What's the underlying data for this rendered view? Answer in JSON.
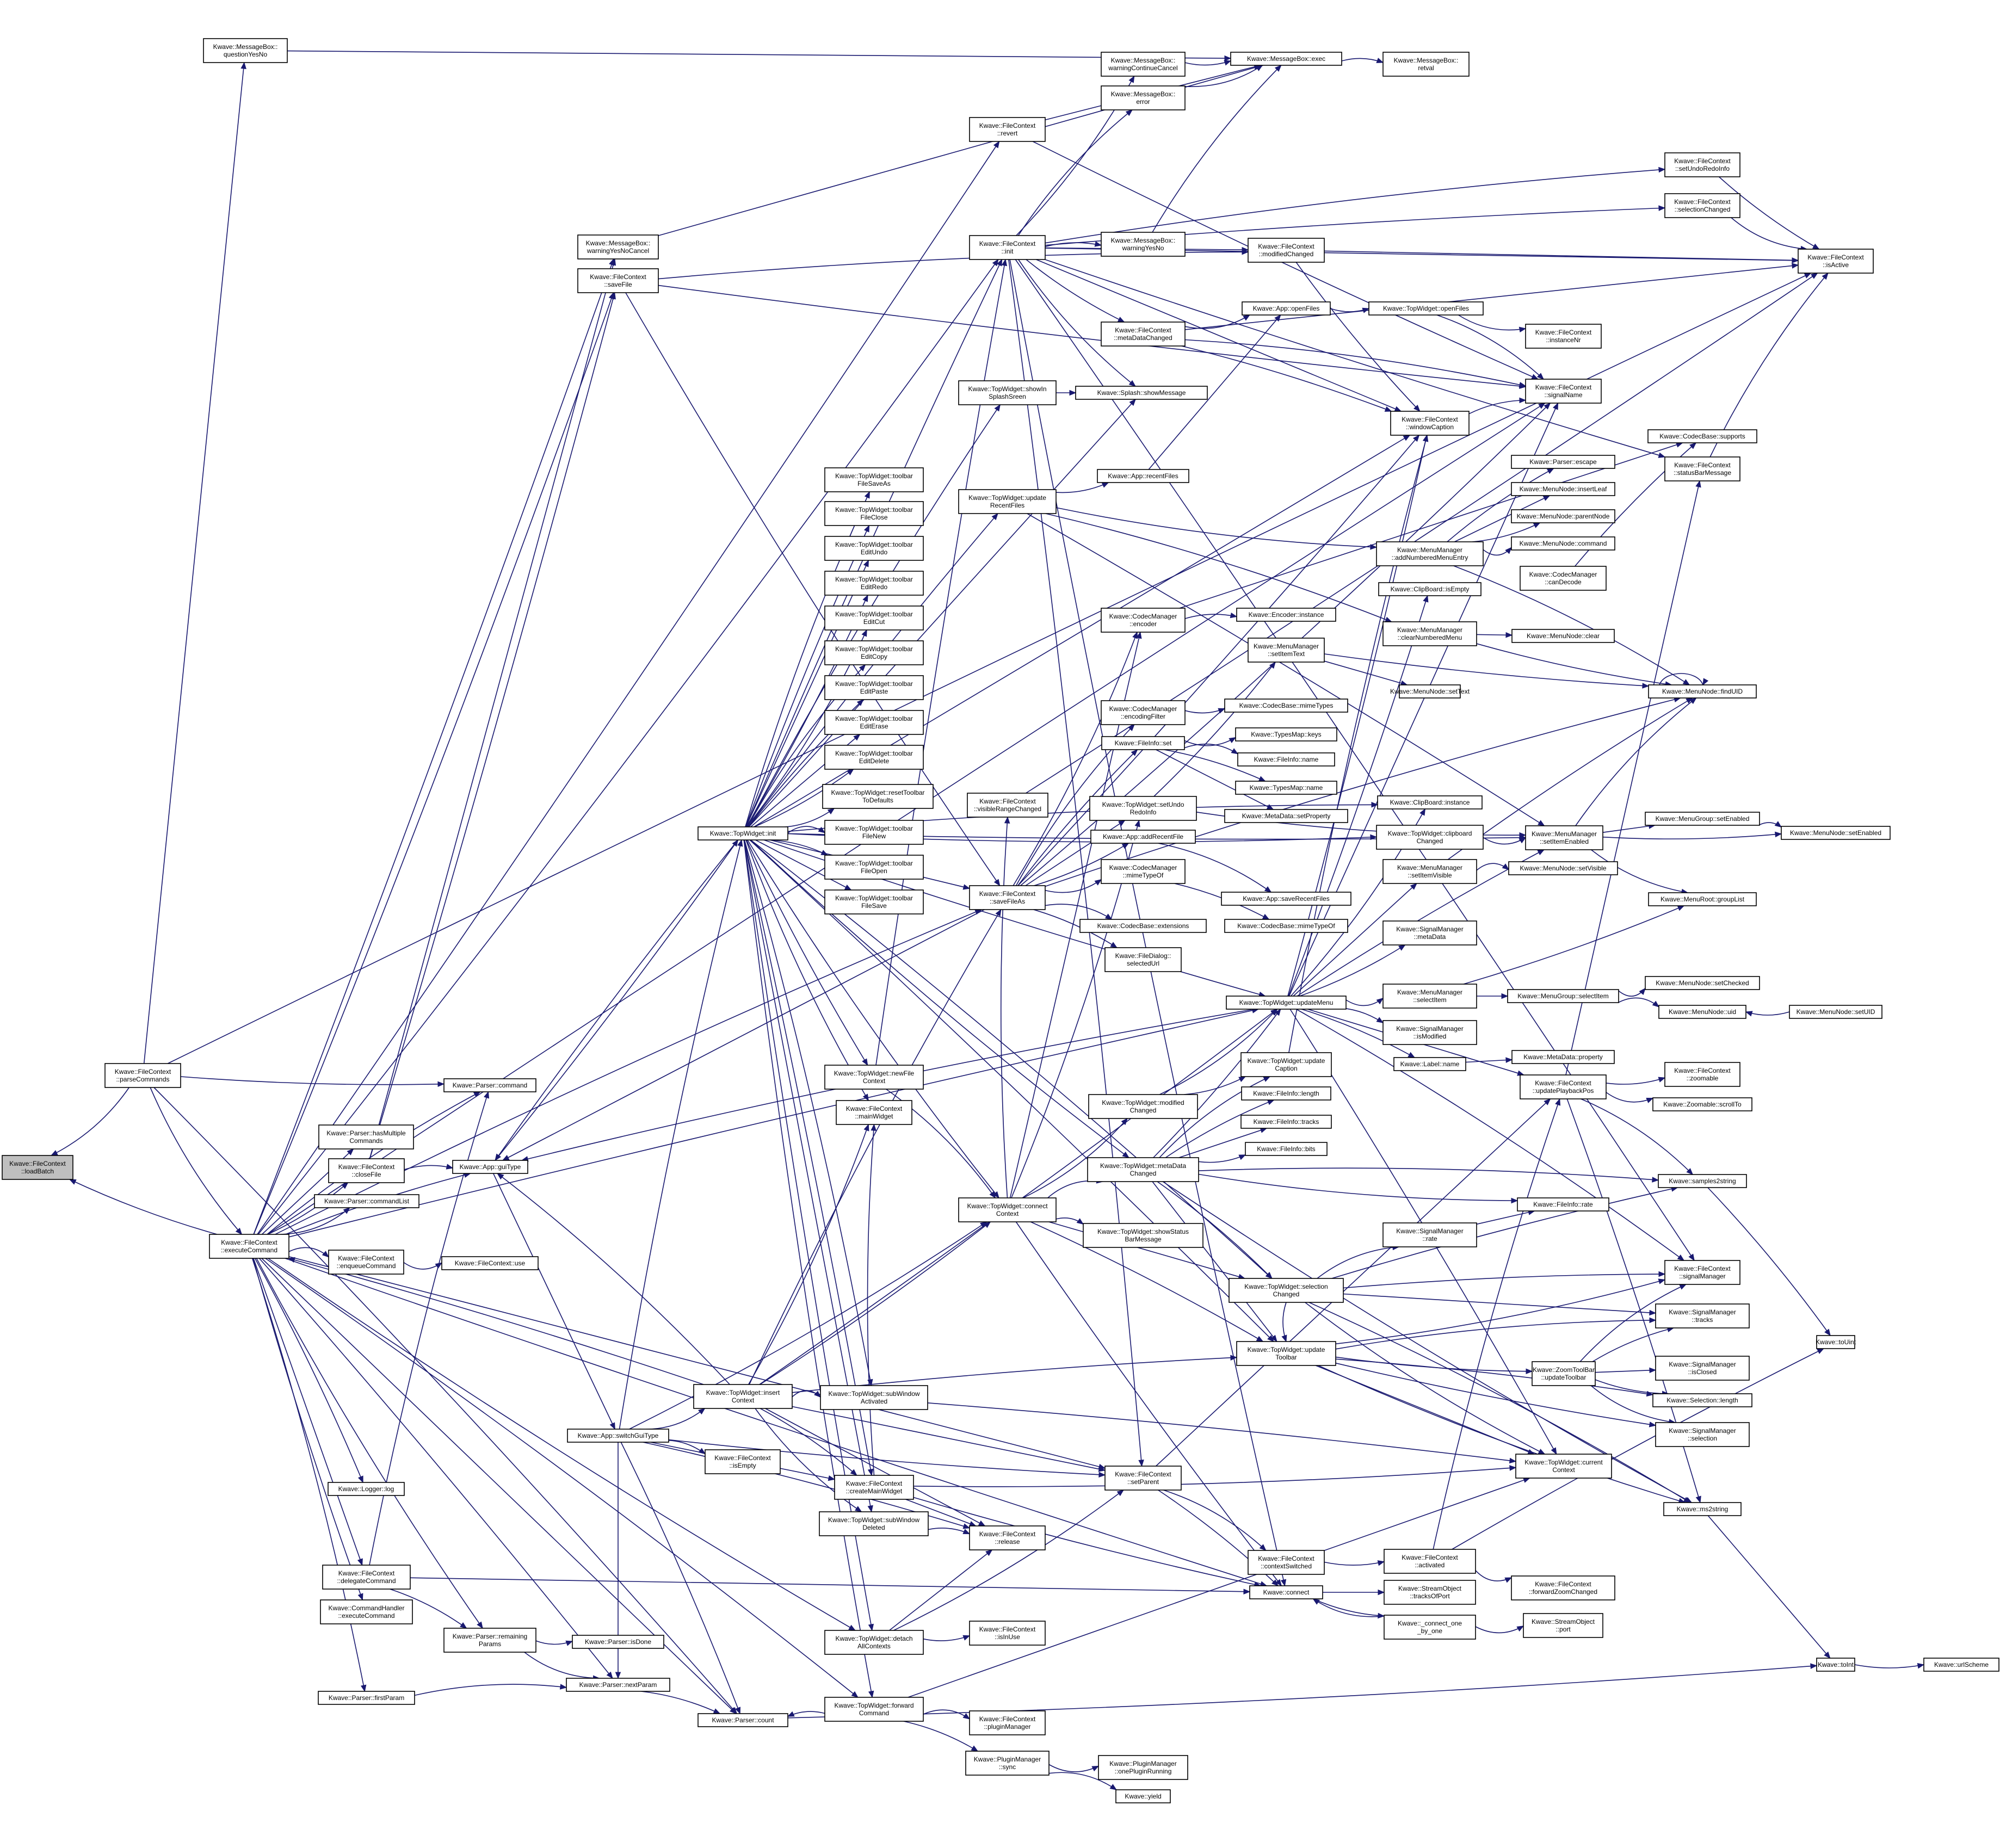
{
  "colors": {
    "edge": "#191970",
    "node_border": "#000000",
    "node_fill": "#ffffff",
    "root_fill": "#bfbfbf"
  },
  "nodes": {
    "loadBatch": "Kwave::FileContext\n::loadBatch",
    "parseCommands": "Kwave::FileContext\n::parseCommands",
    "executeCommand": "Kwave::FileContext\n::executeCommand",
    "questionYesNo": "Kwave::MessageBox::\nquestionYesNo",
    "warningYesNoCancel": "Kwave::MessageBox::\nwarningYesNoCancel",
    "saveFile": "Kwave::FileContext\n::saveFile",
    "parserCommand": "Kwave::Parser::command",
    "appGuiType": "Kwave::App::guiType",
    "hasMultipleCommands": "Kwave::Parser::hasMultiple\nCommands",
    "closeFile": "Kwave::FileContext\n::closeFile",
    "commandList": "Kwave::Parser::commandList",
    "enqueueCommand": "Kwave::FileContext\n::enqueueCommand",
    "fcUse": "Kwave::FileContext::use",
    "loggerLog": "Kwave::Logger::log",
    "delegateCommand": "Kwave::FileContext\n::delegateCommand",
    "chExecuteCommand": "Kwave::CommandHandler\n::executeCommand",
    "remainingParams": "Kwave::Parser::remaining\nParams",
    "isDone": "Kwave::Parser::isDone",
    "firstParam": "Kwave::Parser::firstParam",
    "nextParam": "Kwave::Parser::nextParam",
    "switchGuiType": "Kwave::App::switchGuiType",
    "fcIsEmpty": "Kwave::FileContext\n::isEmpty",
    "insertContext": "Kwave::TopWidget::insert\nContext",
    "parserCount": "Kwave::Parser::count",
    "twInit": "Kwave::TopWidget::init",
    "tbSaveAs": "Kwave::TopWidget::toolbar\nFileSaveAs",
    "tbClose": "Kwave::TopWidget::toolbar\nFileClose",
    "tbUndo": "Kwave::TopWidget::toolbar\nEditUndo",
    "tbRedo": "Kwave::TopWidget::toolbar\nEditRedo",
    "tbCut": "Kwave::TopWidget::toolbar\nEditCut",
    "tbCopy": "Kwave::TopWidget::toolbar\nEditCopy",
    "tbPaste": "Kwave::TopWidget::toolbar\nEditPaste",
    "tbErase": "Kwave::TopWidget::toolbar\nEditErase",
    "tbDelete": "Kwave::TopWidget::toolbar\nEditDelete",
    "resetToolbar": "Kwave::TopWidget::resetToolbar\nToDefaults",
    "tbNew": "Kwave::TopWidget::toolbar\nFileNew",
    "tbOpen": "Kwave::TopWidget::toolbar\nFileOpen",
    "tbSave": "Kwave::TopWidget::toolbar\nFileSave",
    "newFileContext": "Kwave::TopWidget::newFile\nContext",
    "fcMainWidget": "Kwave::FileContext\n::mainWidget",
    "subWindowActivated": "Kwave::TopWidget::subWindow\nActivated",
    "createMainWidget": "Kwave::FileContext\n::createMainWidget",
    "subWindowDeleted": "Kwave::TopWidget::subWindow\nDeleted",
    "detachAllContexts": "Kwave::TopWidget::detach\nAllContexts",
    "forwardCommand": "Kwave::TopWidget::forward\nCommand",
    "fcRevert": "Kwave::FileContext\n::revert",
    "fcInit": "Kwave::FileContext\n::init",
    "showInSplash": "Kwave::TopWidget::showIn\nSplashSreen",
    "updateRecentFiles": "Kwave::TopWidget::update\nRecentFiles",
    "visibleRangeChanged": "Kwave::FileContext\n::visibleRangeChanged",
    "saveFileAs": "Kwave::FileContext\n::saveFileAs",
    "connectContext": "Kwave::TopWidget::connect\nContext",
    "fcRelease": "Kwave::FileContext\n::release",
    "fcIsInUse": "Kwave::FileContext\n::isInUse",
    "fcPluginManager": "Kwave::FileContext\n::pluginManager",
    "pmSync": "Kwave::PluginManager\n::sync",
    "wContinueCancel": "Kwave::MessageBox::\nwarningContinueCancel",
    "mbError": "Kwave::MessageBox::\nerror",
    "warningYesNo": "Kwave::MessageBox::\nwarningYesNo",
    "modifiedChanged": "Kwave::FileContext\n::modifiedChanged",
    "metaDataChanged": "Kwave::FileContext\n::metaDataChanged",
    "splashShow": "Kwave::Splash::showMessage",
    "appRecentFiles": "Kwave::App::recentFiles",
    "encoder": "Kwave::CodecManager\n::encoder",
    "encodingFilter": "Kwave::CodecManager\n::encodingFilter",
    "fileInfoSet": "Kwave::FileInfo::set",
    "setUndoRedoInfo": "Kwave::TopWidget::setUndo\nRedoInfo",
    "addRecentFile": "Kwave::App::addRecentFile",
    "mimeTypeOf": "Kwave::CodecManager\n::mimeTypeOf",
    "cbExtensions": "Kwave::CodecBase::extensions",
    "selectedUrl": "Kwave::FileDialog::\nselectedUrl",
    "twModifiedChanged": "Kwave::TopWidget::modified\nChanged",
    "twMetaDataChanged": "Kwave::TopWidget::metaData\nChanged",
    "showStatusBarMessage": "Kwave::TopWidget::showStatus\nBarMessage",
    "fcSetParent": "Kwave::FileContext\n::setParent",
    "mbExec": "Kwave::MessageBox::exec",
    "appOpenFiles": "Kwave::App::openFiles",
    "encoderInstance": "Kwave::Encoder::instance",
    "mmSetItemText": "Kwave::MenuManager\n::setItemText",
    "cbMimeTypes": "Kwave::CodecBase::mimeTypes",
    "tmKeys": "Kwave::TypesMap::keys",
    "fiName": "Kwave::FileInfo::name",
    "tmName": "Kwave::TypesMap::name",
    "mdSetProperty": "Kwave::MetaData::setProperty",
    "appSaveRecentFiles": "Kwave::App::saveRecentFiles",
    "cbMimeTypeOf": "Kwave::CodecBase::mimeTypeOf",
    "twUpdateMenu": "Kwave::TopWidget::updateMenu",
    "updateCaption": "Kwave::TopWidget::update\nCaption",
    "fiLength": "Kwave::FileInfo::length",
    "fiTracks": "Kwave::FileInfo::tracks",
    "fiBits": "Kwave::FileInfo::bits",
    "selectionChanged2": "Kwave::TopWidget::selection\nChanged",
    "updateToolbar": "Kwave::TopWidget::update\nToolbar",
    "contextSwitched": "Kwave::FileContext\n::contextSwitched",
    "kConnect": "Kwave::connect",
    "pmOnePlugin": "Kwave::PluginManager\n::onePluginRunning",
    "kYield": "Kwave::yield",
    "mbRetval": "Kwave::MessageBox::\nretval",
    "topOpenFiles": "Kwave::TopWidget::openFiles",
    "fcInstanceNr": "Kwave::FileContext\n::instanceNr",
    "fcSignalName": "Kwave::FileContext\n::signalName",
    "windowCaption": "Kwave::FileContext\n::windowCaption",
    "parserEscape": "Kwave::Parser::escape",
    "mnInsertLeaf": "Kwave::MenuNode::insertLeaf",
    "mnParentNode": "Kwave::MenuNode::parentNode",
    "mnCommand": "Kwave::MenuNode::command",
    "addNumberedMenuEntry": "Kwave::MenuManager\n::addNumberedMenuEntry",
    "cmCanDecode": "Kwave::CodecManager\n::canDecode",
    "cbIsEmpty": "Kwave::ClipBoard::isEmpty",
    "clearNumberedMenu": "Kwave::MenuManager\n::clearNumberedMenu",
    "mnClear": "Kwave::MenuNode::clear",
    "mnSetText": "Kwave::MenuNode::setText",
    "cbInstance": "Kwave::ClipBoard::instance",
    "clipboardChanged": "Kwave::TopWidget::clipboard\nChanged",
    "mmSetItemVisible": "Kwave::MenuManager\n::setItemVisible",
    "mmSetItemEnabled": "Kwave::MenuManager\n::setItemEnabled",
    "mnSetVisible": "Kwave::MenuNode::setVisible",
    "smMetaData": "Kwave::SignalManager\n::metaData",
    "mmSelectItem": "Kwave::MenuManager\n::selectItem",
    "mgSelectItem": "Kwave::MenuGroup::selectItem",
    "smIsModified": "Kwave::SignalManager\n::isModified",
    "labelName": "Kwave::Label::name",
    "mdProperty": "Kwave::MetaData::property",
    "updatePlaybackPos": "Kwave::FileContext\n::updatePlaybackPos",
    "smRate": "Kwave::SignalManager\n::rate",
    "fiRate": "Kwave::FileInfo::rate",
    "ztUpdateToolbar": "Kwave::ZoomToolBar\n::updateToolbar",
    "fcActivated": "Kwave::FileContext\n::activated",
    "soTracksOfPort": "Kwave::StreamObject\n::tracksOfPort",
    "connectOneByOne": "Kwave::_connect_one\n_by_one",
    "soPort": "Kwave::StreamObject\n::port",
    "setUndoRedoInfoFC": "Kwave::FileContext\n::setUndoRedoInfo",
    "fcSelectionChanged": "Kwave::FileContext\n::selectionChanged",
    "fcIsActive": "Kwave::FileContext\n::isActive",
    "cbSupports": "Kwave::CodecBase::supports",
    "statusBarMessage": "Kwave::FileContext\n::statusBarMessage",
    "mnFindUID": "Kwave::MenuNode::findUID",
    "mgSetEnabled": "Kwave::MenuGroup::setEnabled",
    "mnSetEnabled": "Kwave::MenuNode::setEnabled",
    "mrGroupList": "Kwave::MenuRoot::groupList",
    "mnSetChecked": "Kwave::MenuNode::setChecked",
    "mnUid": "Kwave::MenuNode::uid",
    "mnSetUID": "Kwave::MenuNode::setUID",
    "fcZoomable": "Kwave::FileContext\n::zoomable",
    "zoomScrollTo": "Kwave::Zoomable::scrollTo",
    "samples2string": "Kwave::samples2string",
    "fcSignalManager": "Kwave::FileContext\n::signalManager",
    "smTracks": "Kwave::SignalManager\n::tracks",
    "smIsClosed": "Kwave::SignalManager\n::isClosed",
    "selLength": "Kwave::Selection::length",
    "smSelection": "Kwave::SignalManager\n::selection",
    "currentContext": "Kwave::TopWidget::current\nContext",
    "ms2string": "Kwave::ms2string",
    "fwdZoomChanged": "Kwave::FileContext\n::forwardZoomChanged",
    "toUint": "Kwave::toUint",
    "toInt": "Kwave::toInt",
    "urlScheme": "Kwave::urlScheme"
  }
}
